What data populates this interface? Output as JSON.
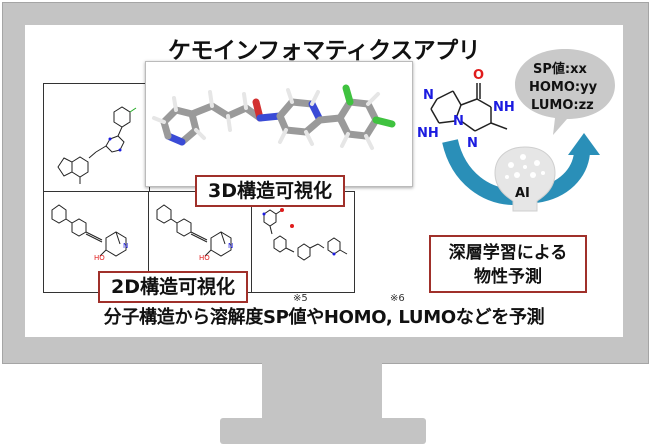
{
  "title": "ケモインフォマティクスアプリ",
  "labels": {
    "view3d": "3D構造可視化",
    "view2d": "2D構造可視化",
    "prediction_line1": "深層学習による",
    "prediction_line2": "物性予測",
    "ai": "AI"
  },
  "bubble": {
    "line1": "SP値:xx",
    "line2": "HOMO:yy",
    "line3": "LUMO:zz"
  },
  "notes": {
    "n5": "※5",
    "n6": "※6"
  },
  "caption": "分子構造から溶解度SP値やHOMO, LUMOなどを予測",
  "molecule_atoms": {
    "o": "O",
    "nh1": "NH",
    "nh2": "NH",
    "n1": "N",
    "n2": "N",
    "n3": "N"
  },
  "colors": {
    "frame": "#c4c4c4",
    "label_border": "#a0302a",
    "arrow": "#2a8fb8",
    "nitrogen": "#1b1be0",
    "oxygen": "#e01b1b"
  }
}
